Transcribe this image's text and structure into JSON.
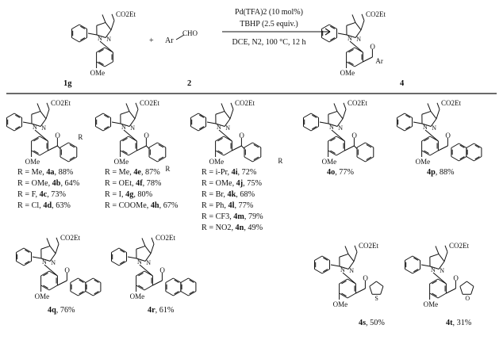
{
  "scheme": {
    "reactant_1_label": "1g",
    "reactant_2_label": "2",
    "product_label": "4",
    "plus": "+",
    "aldehyde_ar": "Ar",
    "aldehyde_cho": "CHO",
    "conditions": [
      "Pd(TFA)2 (10 mol%)",
      "TBHP (2.5 equiv.)",
      "DCE, N2, 100 °C, 12 h"
    ]
  },
  "atoms": {
    "co2et": "CO2Et",
    "n": "N",
    "ome": "OMe",
    "o": "O",
    "s": "S",
    "r": "R",
    "ar": "Ar"
  },
  "products": {
    "col1": [
      {
        "text": "R = Me, ",
        "id": "4a",
        "yield": ", 88%"
      },
      {
        "text": "R = OMe, ",
        "id": "4b",
        "yield": ", 64%"
      },
      {
        "text": "R = F, ",
        "id": "4c",
        "yield": ", 73%"
      },
      {
        "text": "R = Cl, ",
        "id": "4d",
        "yield": ", 63%"
      }
    ],
    "col2": [
      {
        "text": "R = Me, ",
        "id": "4e",
        "yield": ", 87%"
      },
      {
        "text": "R = OEt, ",
        "id": "4f",
        "yield": ", 78%"
      },
      {
        "text": "R = I, ",
        "id": "4g",
        "yield": ", 80%"
      },
      {
        "text": "R = COOMe, ",
        "id": "4h",
        "yield": ", 67%"
      }
    ],
    "col3": [
      {
        "text": "R = i-Pr, ",
        "id": "4i",
        "yield": ", 72%"
      },
      {
        "text": "R = OMe, ",
        "id": "4j",
        "yield": ", 75%"
      },
      {
        "text": "R = Br, ",
        "id": "4k",
        "yield": ", 68%"
      },
      {
        "text": "R = Ph, ",
        "id": "4l",
        "yield": ", 77%"
      },
      {
        "text": "R = CF3, ",
        "id": "4m",
        "yield": ", 79%"
      },
      {
        "text": "R = NO2, ",
        "id": "4n",
        "yield": ", 49%"
      }
    ],
    "singles": {
      "4o": {
        "id": "4o",
        "yield": ", 77%"
      },
      "4p": {
        "id": "4p",
        "yield": ", 88%"
      },
      "4q": {
        "id": "4q",
        "yield": ", 76%"
      },
      "4r": {
        "id": "4r",
        "yield": ", 61%"
      },
      "4s": {
        "id": "4s",
        "yield": ", 50%"
      },
      "4t": {
        "id": "4t",
        "yield": ", 31%"
      }
    }
  }
}
